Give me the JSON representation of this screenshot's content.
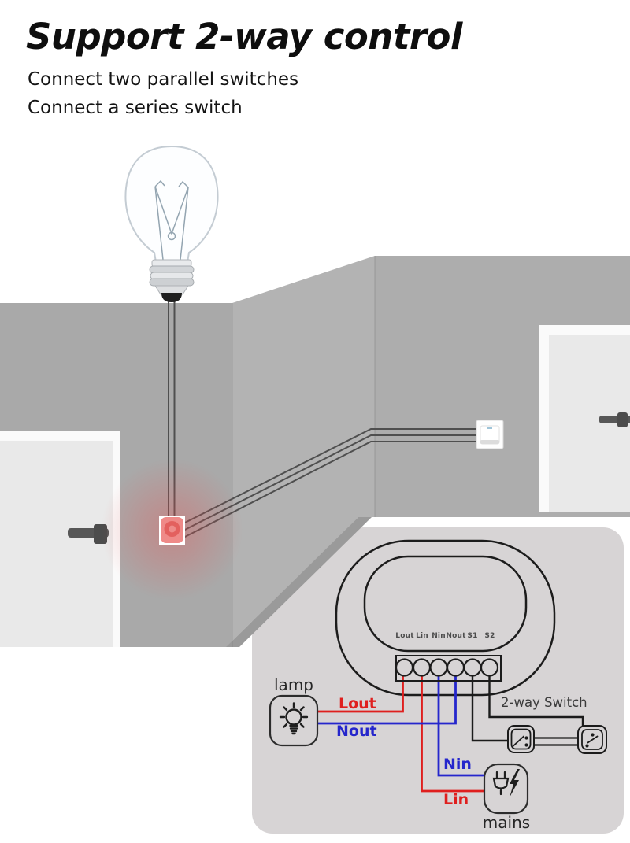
{
  "header": {
    "title": "Support 2-way control",
    "subtitle1": "Connect two parallel switches",
    "subtitle2": "Connect a series switch"
  },
  "diagram": {
    "terminals": [
      "Lout",
      "Lin",
      "Nin",
      "Nout",
      "S1",
      "S2"
    ],
    "labels": {
      "lamp": "lamp",
      "mains": "mains",
      "two_way_switch": "2-way Switch",
      "lout": "Lout",
      "nout": "Nout",
      "nin": "Nin",
      "lin": "Lin"
    },
    "colors": {
      "live_wire": "#df1f1e",
      "neutral_wire": "#2526cc",
      "switch_wire": "#1b1b1b",
      "panel_bg": "#d7d4d5",
      "wall": "#acacac",
      "glow": "#e85252"
    }
  }
}
